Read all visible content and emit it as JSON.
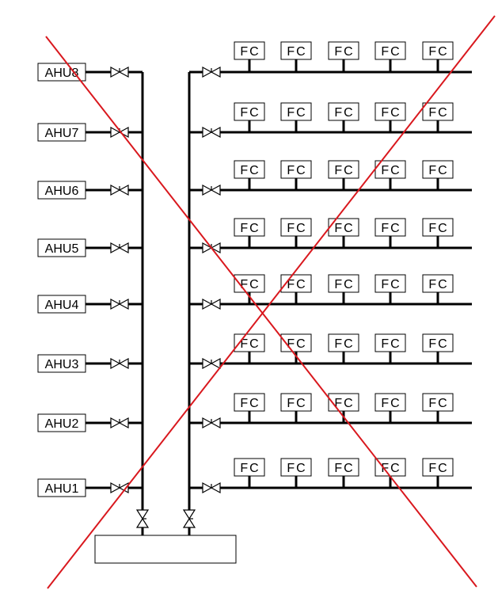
{
  "diagram": {
    "ahu_labels": [
      "AHU8",
      "AHU7",
      "AHU6",
      "AHU5",
      "AHU4",
      "AHU3",
      "AHU2",
      "AHU1"
    ],
    "fc_label": "FC",
    "fc_per_floor": 5,
    "tank_label": "",
    "colors": {
      "line": "#000000",
      "cross": "#d9181e",
      "background": "#ffffff"
    }
  }
}
